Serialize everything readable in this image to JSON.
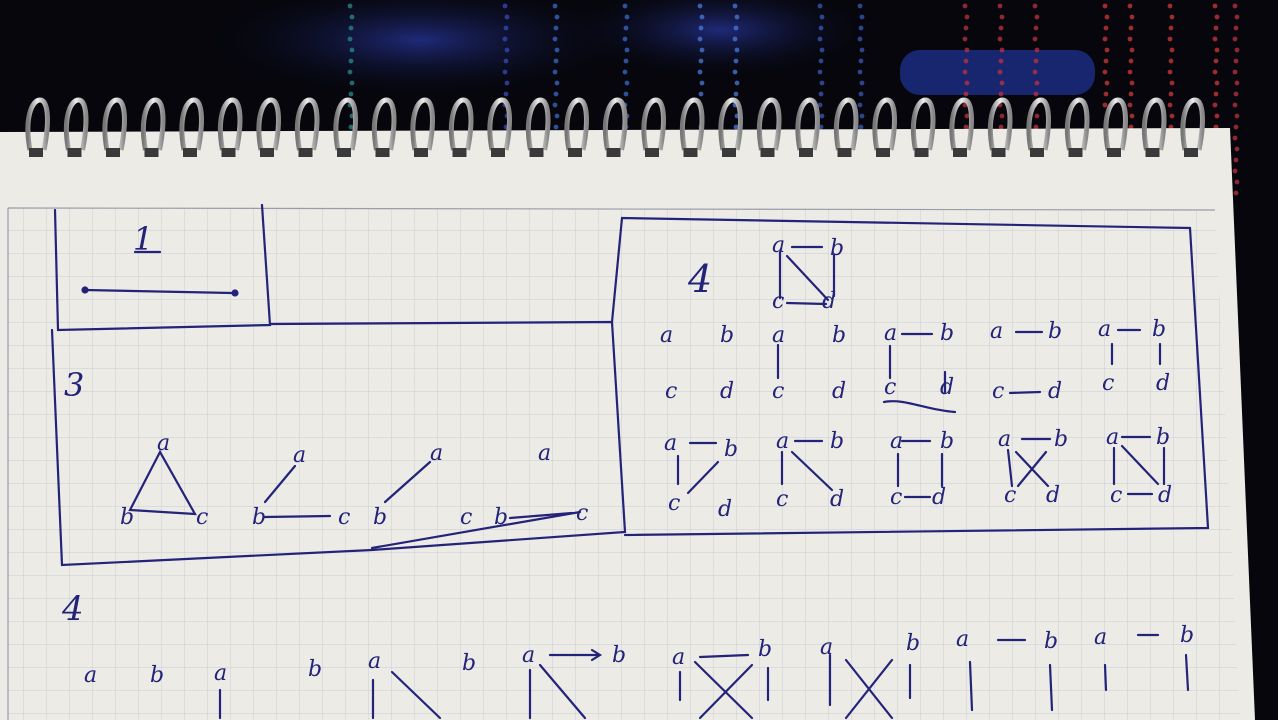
{
  "scene": {
    "subject": "spiral notebook page with hand-drawn graphs",
    "paper_color": "#ecebe6",
    "grid_color": "#c9cbd4",
    "ink_color": "#23237a",
    "background_color": "#06060c"
  },
  "handwriting": {
    "box1_label": "1",
    "box3_label": "3",
    "box4_label": "4",
    "bottom_label": "4",
    "v": {
      "a": "a",
      "b": "b",
      "c": "c",
      "d": "d"
    }
  }
}
